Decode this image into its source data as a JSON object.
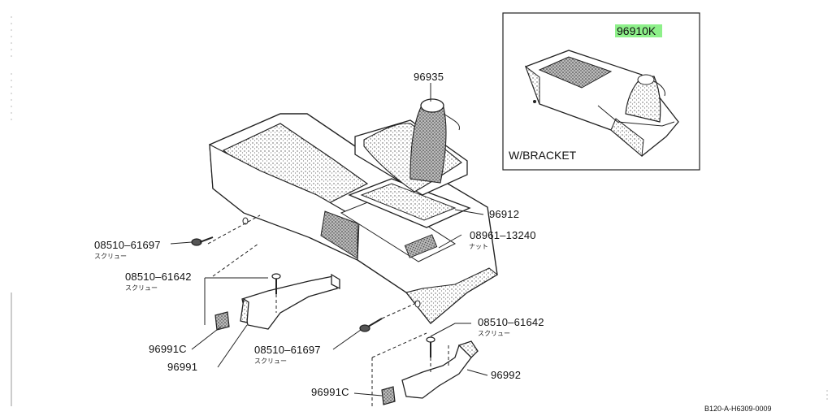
{
  "inset": {
    "part": "96910K",
    "caption": "W/BRACKET",
    "highlight": "#8ef08a"
  },
  "callouts": [
    {
      "id": "96935",
      "text": "96935"
    },
    {
      "id": "96912",
      "text": "96912"
    },
    {
      "id": "08961-13240",
      "text": "08961–13240",
      "sub": "ナット"
    },
    {
      "id": "08510-61697-a",
      "text": "08510–61697",
      "sub": "スクリュー"
    },
    {
      "id": "08510-61642-a",
      "text": "08510–61642",
      "sub": "スクリュー"
    },
    {
      "id": "96991C-a",
      "text": "96991C"
    },
    {
      "id": "96991",
      "text": "96991"
    },
    {
      "id": "08510-61697-b",
      "text": "08510–61697",
      "sub": "スクリュー"
    },
    {
      "id": "08510-61642-b",
      "text": "08510–61642",
      "sub": "スクリュー"
    },
    {
      "id": "96992",
      "text": "96992"
    },
    {
      "id": "96991C-b",
      "text": "96991C"
    }
  ],
  "footer": "B120-A-H6309-0009"
}
